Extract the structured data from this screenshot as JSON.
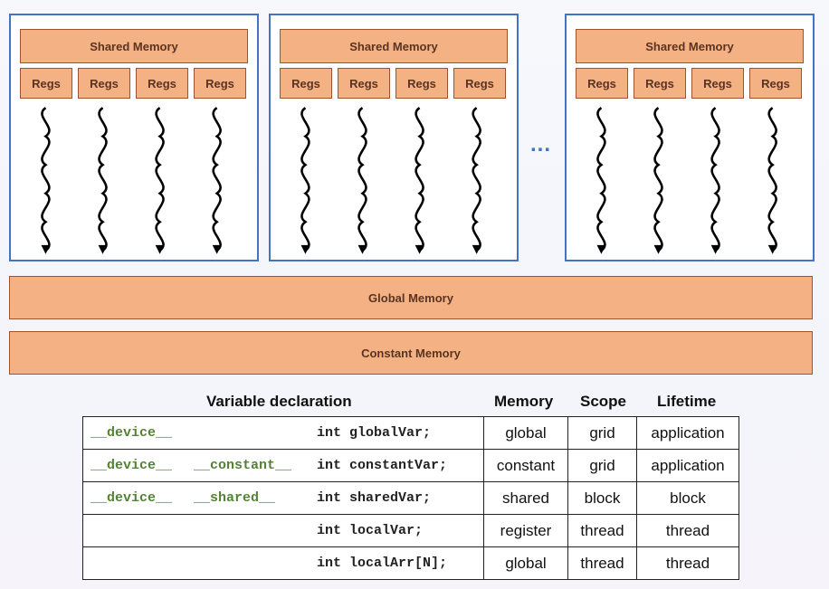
{
  "diagram": {
    "shared_memory_label": "Shared Memory",
    "regs_label": "Regs",
    "ellipsis": "...",
    "global_memory_label": "Global Memory",
    "constant_memory_label": "Constant Memory",
    "colors": {
      "block_border": "#4472c4",
      "memory_fill": "#f4b183",
      "memory_text": "#5a3422",
      "qualifier_text": "#548235"
    }
  },
  "table": {
    "headers": {
      "variable_declaration": "Variable declaration",
      "memory": "Memory",
      "scope": "Scope",
      "lifetime": "Lifetime"
    },
    "rows": [
      {
        "q1": "__device__",
        "q2": "",
        "decl": "int globalVar;",
        "memory": "global",
        "scope": "grid",
        "lifetime": "application"
      },
      {
        "q1": "__device__",
        "q2": "__constant__",
        "decl": "int constantVar;",
        "memory": "constant",
        "scope": "grid",
        "lifetime": "application"
      },
      {
        "q1": "__device__",
        "q2": "__shared__",
        "decl": "int sharedVar;",
        "memory": "shared",
        "scope": "block",
        "lifetime": "block"
      },
      {
        "q1": "",
        "q2": "",
        "decl": "int localVar;",
        "memory": "register",
        "scope": "thread",
        "lifetime": "thread"
      },
      {
        "q1": "",
        "q2": "",
        "decl": "int localArr[N];",
        "memory": "global",
        "scope": "thread",
        "lifetime": "thread"
      }
    ]
  }
}
